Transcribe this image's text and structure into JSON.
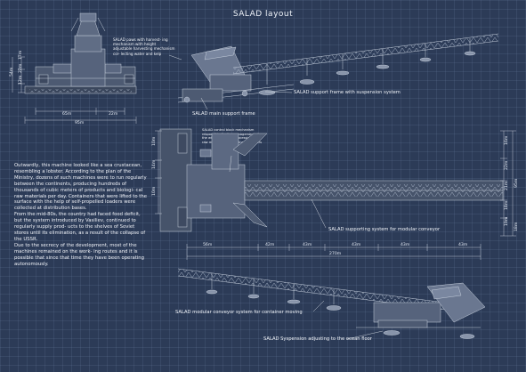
{
  "title": "SALAD layout",
  "notes": {
    "paws": "SALAD paws with harvest- ing mechanism with height adjustable harvesting mechanism col- lecting water and kelp",
    "control": "SALAD control block mechanism responsible for the management of the whole machine, processing of raw materials and loading containers"
  },
  "labels": {
    "support_frame_suspension": "SALAD support frame with suspension system",
    "main_support_frame": "SALAD main support frame",
    "supporting_system": "SALAD supporting system for modular conveyor",
    "modular_conveyor": "SALAD modular conveyor system for container moving",
    "suspension": "SALAD Syspension adjusting to the ocean floor"
  },
  "dimensions": {
    "front_h1": "17m",
    "front_h2": "22m",
    "front_h3": "12m",
    "front_total_h": "54m",
    "front_w1": "65m",
    "front_w2": "22m",
    "front_total_w": "95m",
    "top_l1": "10m",
    "top_l2": "14m",
    "top_l3": "10m",
    "top_r1": "16m",
    "top_r2": "22m",
    "top_r3": "21m",
    "top_r4": "95m",
    "top_r5": "18m",
    "top_r6": "19m",
    "top_r7": "18m",
    "seg_1": "56m",
    "seg_2": "42m",
    "seg_3": "43m",
    "seg_4": "43m",
    "seg_5": "43m",
    "seg_6": "43m",
    "seg_total": "270m"
  },
  "body": [
    "Outwardly, this machine looked like a sea crustacean, resembling a lobster. According to the plan of the Ministry, dozens of such machines were to run regularly between the continents, producing hundreds of thousands of cubic meters of products and biologi- cal raw materials per day. Containers that were lifted to the surface with the help of self-propelled loaders were collected at distribution bases.",
    "From the mid-80s, the country had faced food deficit, but the system introduced by Vasiliev, continued to regularly supply prod- ucts to the shelves of Soviet stores until its elimination, as a result of the collapse of the USSR.",
    "Due to the secrecy of the development, most of the machines remained on the work- ing routes and it is possible that since that time they have been operating autonomously."
  ]
}
